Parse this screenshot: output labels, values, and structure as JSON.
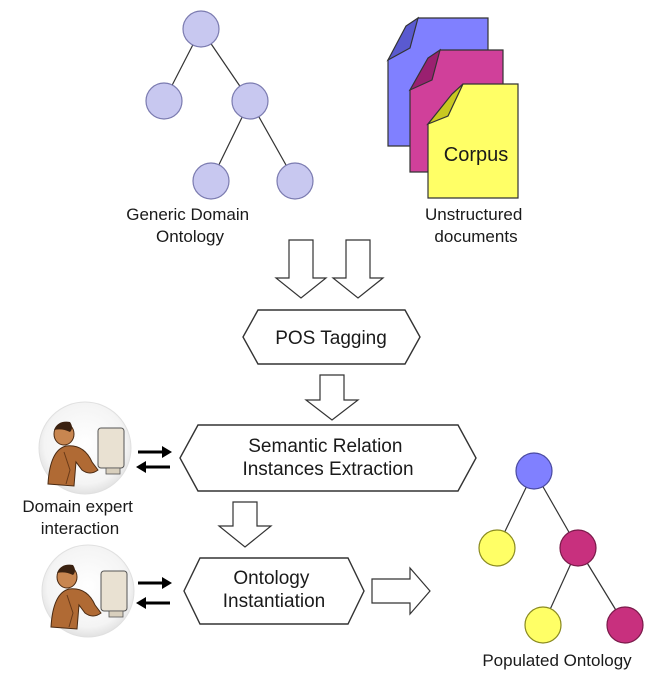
{
  "inputs": {
    "generic_ontology_label": [
      "Generic Domain",
      "Ontology"
    ],
    "corpus_label": "Corpus",
    "documents_label": [
      "Unstructured",
      "documents"
    ]
  },
  "steps": {
    "pos_tagging": [
      "POS Tagging"
    ],
    "relation_extraction": [
      "Semantic Relation",
      "Instances Extraction"
    ],
    "instantiation": [
      "Ontology",
      "Instantiation"
    ]
  },
  "expert": {
    "label": [
      "Domain expert",
      "interaction"
    ]
  },
  "output": {
    "populated_label": "Populated Ontology"
  },
  "colors": {
    "generic_node": "#c8c8f0",
    "page_blue": "#8080ff",
    "page_magenta": "#d0409a",
    "page_yellow": "#ffff66",
    "populated_root": "#8080ff",
    "populated_yellow": "#ffff66",
    "populated_magenta": "#c8307e"
  },
  "icons": [
    "ontology-tree-icon",
    "document-stack-icon",
    "person-at-computer-icon",
    "double-arrow-icon",
    "block-arrow-icon"
  ]
}
